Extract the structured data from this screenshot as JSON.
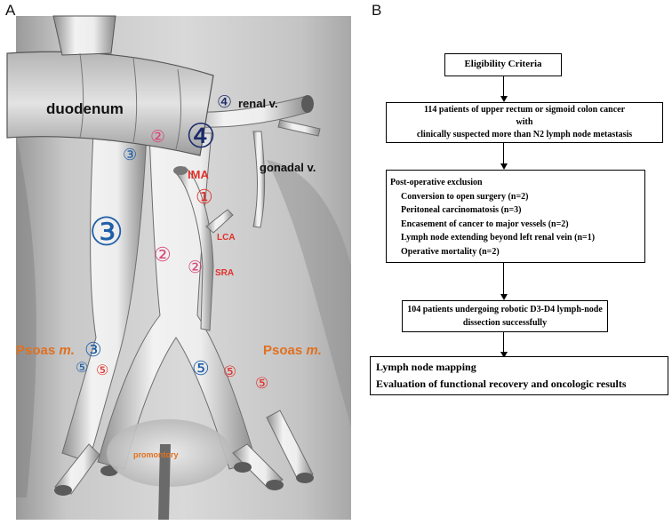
{
  "panel_a": {
    "letter": "A",
    "labels": {
      "duodenum": "duodenum",
      "renal_v": "renal v.",
      "gonadal_v": "gonadal v.",
      "ima": "IMA",
      "lca": "LCA",
      "sra": "SRA",
      "psoas_left_name": "Psoas ",
      "psoas_left_m": "m.",
      "psoas_right_name": "Psoas ",
      "psoas_right_m": "m.",
      "promontory": "promontory"
    },
    "station_markers": {
      "s4_large": "④",
      "s4_small": "④",
      "s3_large": "③",
      "s3_small_upper": "③",
      "s3_small_lower": "③",
      "s2_upper": "②",
      "s2_mid": "②",
      "s2_lower": "②",
      "s1": "①",
      "s5_left_blue": "⑤",
      "s5_left_red": "⑤",
      "s5_center_blue": "⑤",
      "s5_center_red": "⑤",
      "s5_right_red": "⑤"
    },
    "colors": {
      "station_blue": "#1f5fa8",
      "station_navy": "#1b2a6b",
      "station_red": "#e0302a",
      "station_pink": "#d9467a",
      "psoas_orange": "#e07020",
      "promontory_orange": "#e07020"
    }
  },
  "panel_b": {
    "letter": "B",
    "eligibility": "Eligibility Criteria",
    "patients": {
      "line1": "114 patients of upper rectum or sigmoid colon cancer",
      "line2": "with",
      "line3": "clinically suspected more than N2 lymph node metastasis"
    },
    "exclusion": {
      "title": "Post-operative exclusion",
      "items": [
        "Conversion to open surgery (n=2)",
        "Peritoneal carcinomatosis (n=3)",
        "Encasement of cancer to major vessels (n=2)",
        "Lymph node extending beyond left renal vein (n=1)",
        "Operative mortality (n=2)"
      ]
    },
    "robotic": {
      "line1": "104 patients undergoing robotic D3-D4 lymph-node",
      "line2": "dissection successfully"
    },
    "outcome": {
      "line1": "Lymph node mapping",
      "line2": "Evaluation of functional recovery and oncologic results"
    }
  }
}
